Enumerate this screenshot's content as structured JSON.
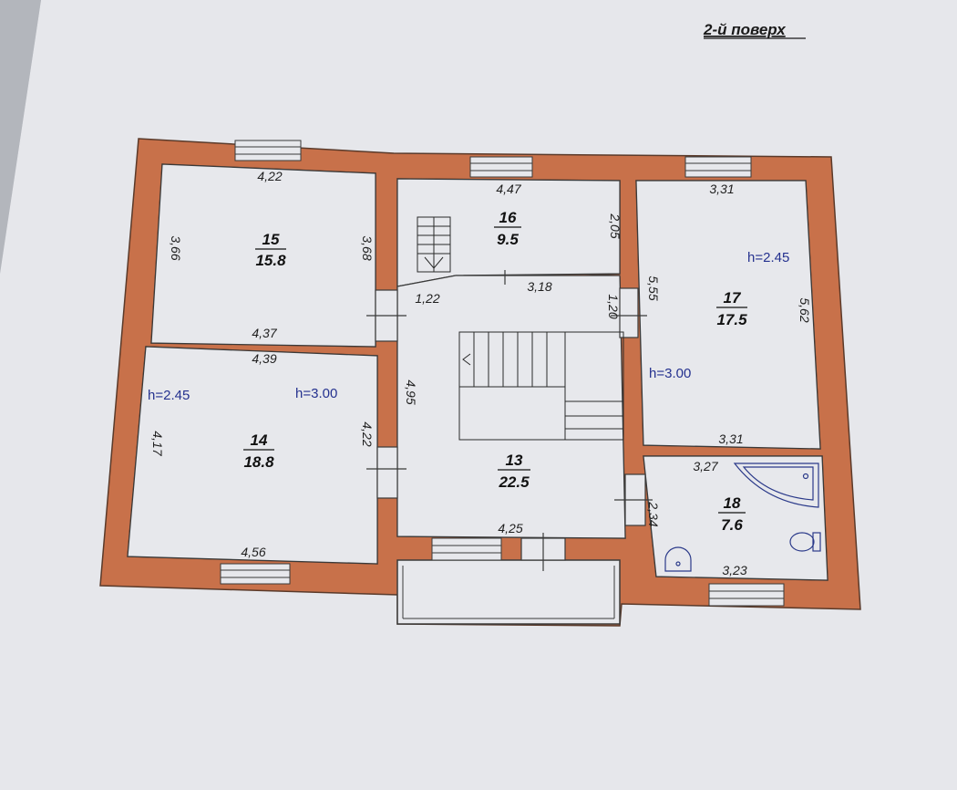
{
  "title": "2-й поверх",
  "colors": {
    "wall": "#c8714a",
    "wall_stroke": "#5a3a2a",
    "paper": "#e8e8ec",
    "height_text": "#24318f"
  },
  "rooms": [
    {
      "id": "15",
      "num": "15",
      "area": "15.8"
    },
    {
      "id": "16",
      "num": "16",
      "area": "9.5"
    },
    {
      "id": "17",
      "num": "17",
      "area": "17.5"
    },
    {
      "id": "14",
      "num": "14",
      "area": "18.8"
    },
    {
      "id": "13",
      "num": "13",
      "area": "22.5"
    },
    {
      "id": "18",
      "num": "18",
      "area": "7.6"
    }
  ],
  "dimensions": {
    "r15_top": "4,22",
    "r15_left": "3,66",
    "r15_right": "3,68",
    "r15_bottom": "4,37",
    "r16_top": "4,47",
    "r16_right": "2,05",
    "r16_bottom": "3,18",
    "r17_top": "3,31",
    "r17_left": "5,55",
    "r17_right": "5,62",
    "r17_bottom": "3,31",
    "r14_top": "4,39",
    "r14_left": "4,17",
    "r14_right": "4,22",
    "r14_bottom": "4,56",
    "r13_left": "4,95",
    "r13_top_left": "1,22",
    "r13_right": "1,20",
    "r13_bottom": "4,25",
    "r18_top": "3,27",
    "r18_left": "2,34",
    "r18_bottom": "3,23"
  },
  "heights": {
    "r17": "h=2.45",
    "r13": "h=3.00",
    "r14_left": "h=2.45",
    "r14_right": "h=3.00"
  }
}
